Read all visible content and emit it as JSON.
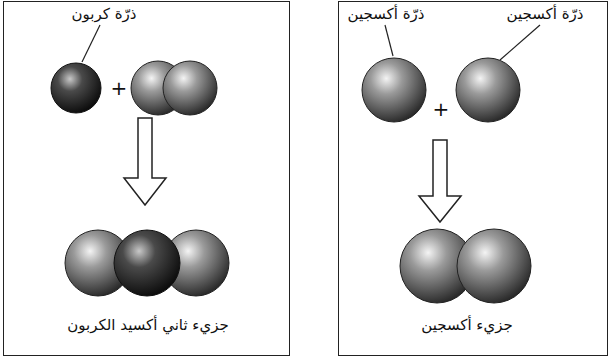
{
  "diagram": {
    "nodes": [
      {
        "text": [
          "ذرّة أكسجين",
          "ذرّة أكسجين",
          "+",
          "جزيء أكسجين"
        ]
      },
      {
        "text": [
          "ذرّة كربون",
          "+",
          "جزيء ثاني أكسيد الكربون"
        ]
      }
    ]
  }
}
